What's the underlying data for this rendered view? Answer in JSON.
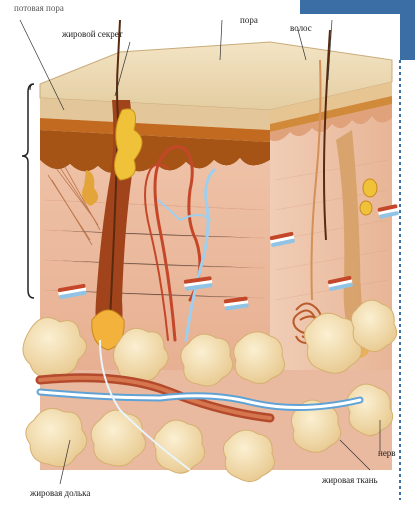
{
  "labels": {
    "top_left_cut": "потовая пора",
    "sebaceous_secretion": "жировой секрет",
    "pore": "пора",
    "hair": "волос",
    "fat_lobule": "жировая долька",
    "fat_tissue": "жировая ткань",
    "nerve": "нерв"
  },
  "icons": [
    "skin-layers-block",
    "hair-shaft-icon",
    "sweat-gland-icon",
    "fat-globule-icon",
    "blood-vessel-icon",
    "nerve-fiber-icon",
    "receptor-icon"
  ],
  "colors": {
    "epidermis": "#ecd9b3",
    "dermis": "#e9b79b",
    "dermis_dark": "#c98a6e",
    "melanin_band": "#b8651a",
    "fat": "#f2ddb0",
    "artery": "#c5472a",
    "vein": "#8fc4e6",
    "frame": "#2c5a8f"
  }
}
